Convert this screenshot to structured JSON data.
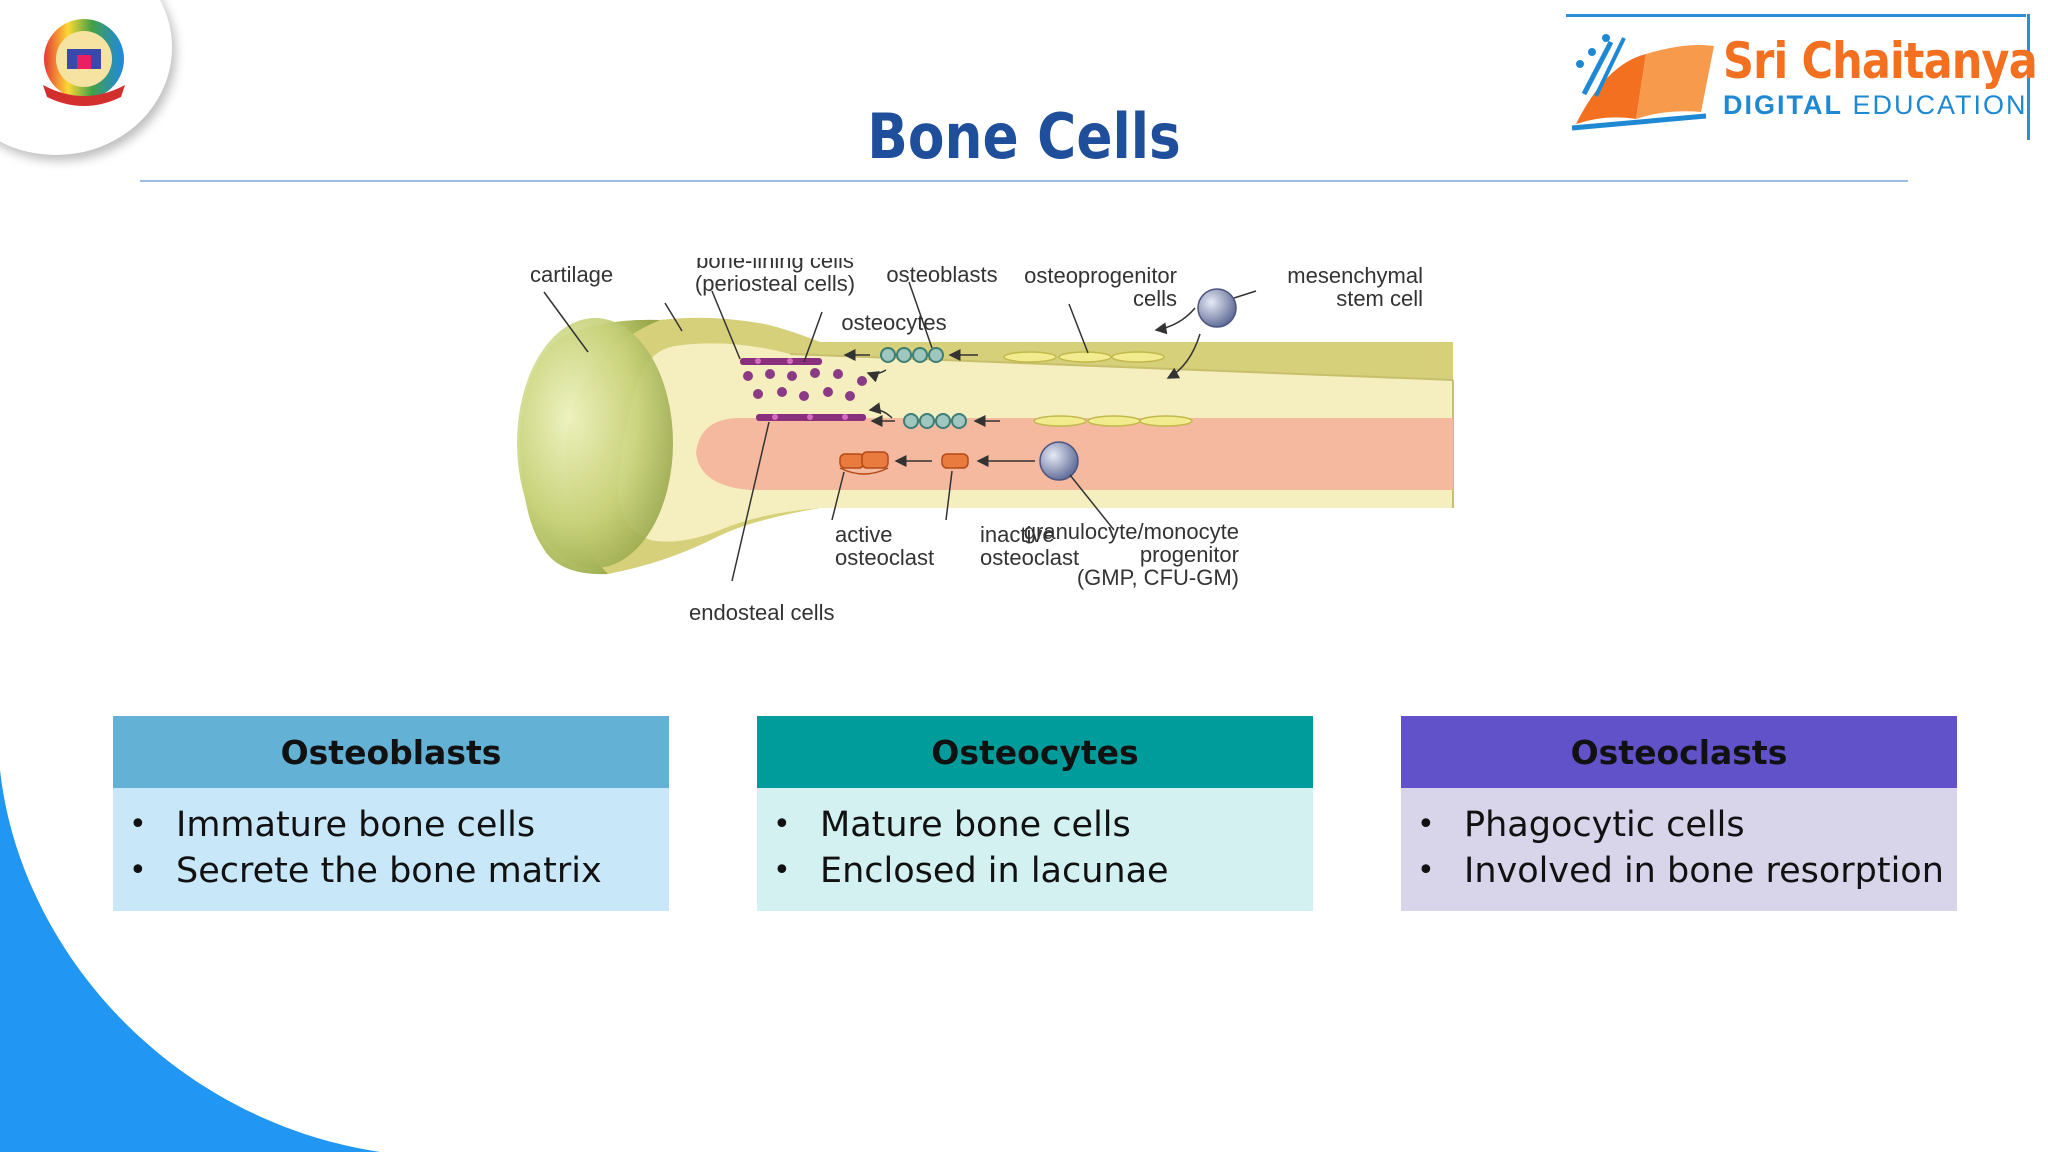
{
  "page": {
    "title": "Bone Cells"
  },
  "brand": {
    "name": "Sri Chaitanya",
    "tagline_bold": "DIGITAL",
    "tagline_rest": " EDUCATION"
  },
  "diagram": {
    "labels": {
      "cartilage": "cartilage",
      "bone_lining_1": "bone-lining cells",
      "bone_lining_2": "(periosteal cells)",
      "osteoblasts": "osteoblasts",
      "osteocytes": "osteocytes",
      "osteoprogenitor_1": "osteoprogenitor",
      "osteoprogenitor_2": "cells",
      "mesenchymal_1": "mesenchymal",
      "mesenchymal_2": "stem cell",
      "active_1": "active",
      "active_2": "osteoclast",
      "inactive_1": "inactive",
      "inactive_2": "osteoclast",
      "gmp_1": "granulocyte/monocyte",
      "gmp_2": "progenitor",
      "gmp_3": "(GMP, CFU-GM)",
      "endosteal": "endosteal cells"
    }
  },
  "cards": [
    {
      "title": "Osteoblasts",
      "head_color": "#64b1d6",
      "body_color": "#c8e8f9",
      "points": [
        "Immature bone cells",
        "Secrete the bone matrix"
      ]
    },
    {
      "title": "Osteocytes",
      "head_color": "#009c9b",
      "body_color": "#d3f1f1",
      "points": [
        "Mature bone cells",
        "Enclosed in lacunae"
      ]
    },
    {
      "title": "Osteoclasts",
      "head_color": "#6152c9",
      "body_color": "#d8d5ea",
      "points": [
        "Phagocytic cells",
        "Involved in bone resorption"
      ]
    }
  ],
  "colors": {
    "title": "#1f4e9b",
    "wave": "#2196f3",
    "brand_orange": "#f37021",
    "brand_blue": "#1e88d3"
  }
}
